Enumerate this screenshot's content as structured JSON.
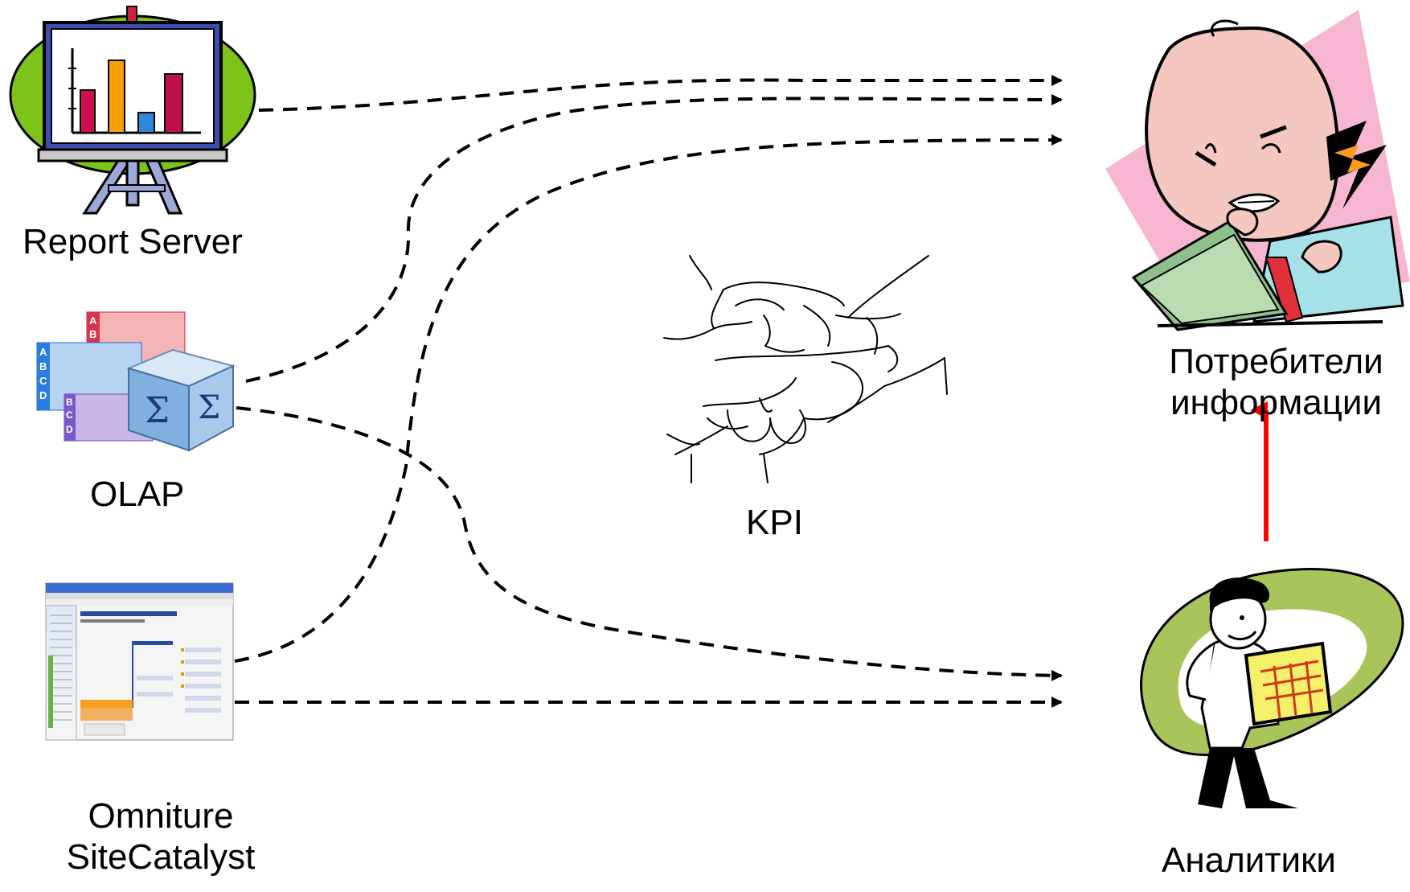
{
  "sources": {
    "report_server": {
      "label": "Report Server",
      "icon": "presentation-easel-icon"
    },
    "olap": {
      "label": "OLAP",
      "icon": "olap-cube-icon"
    },
    "omniture": {
      "line1": "Omniture",
      "line2": "SiteCatalyst",
      "icon": "web-report-screenshot-icon"
    }
  },
  "center": {
    "label": "KPI",
    "icon": "hands-icon"
  },
  "targets": {
    "consumers": {
      "line1": "Потребители",
      "line2": "информации",
      "icon": "angry-businessman-icon"
    },
    "analysts": {
      "label": "Аналитики",
      "icon": "analyst-presenting-chart-icon"
    }
  },
  "colors": {
    "arrow": "#000000",
    "feedback_arrow": "#ff0000",
    "easel_oval": "#7dc41a",
    "consumer_backdrop": "#f7b6cf",
    "analyst_oval": "#a9c45a"
  }
}
